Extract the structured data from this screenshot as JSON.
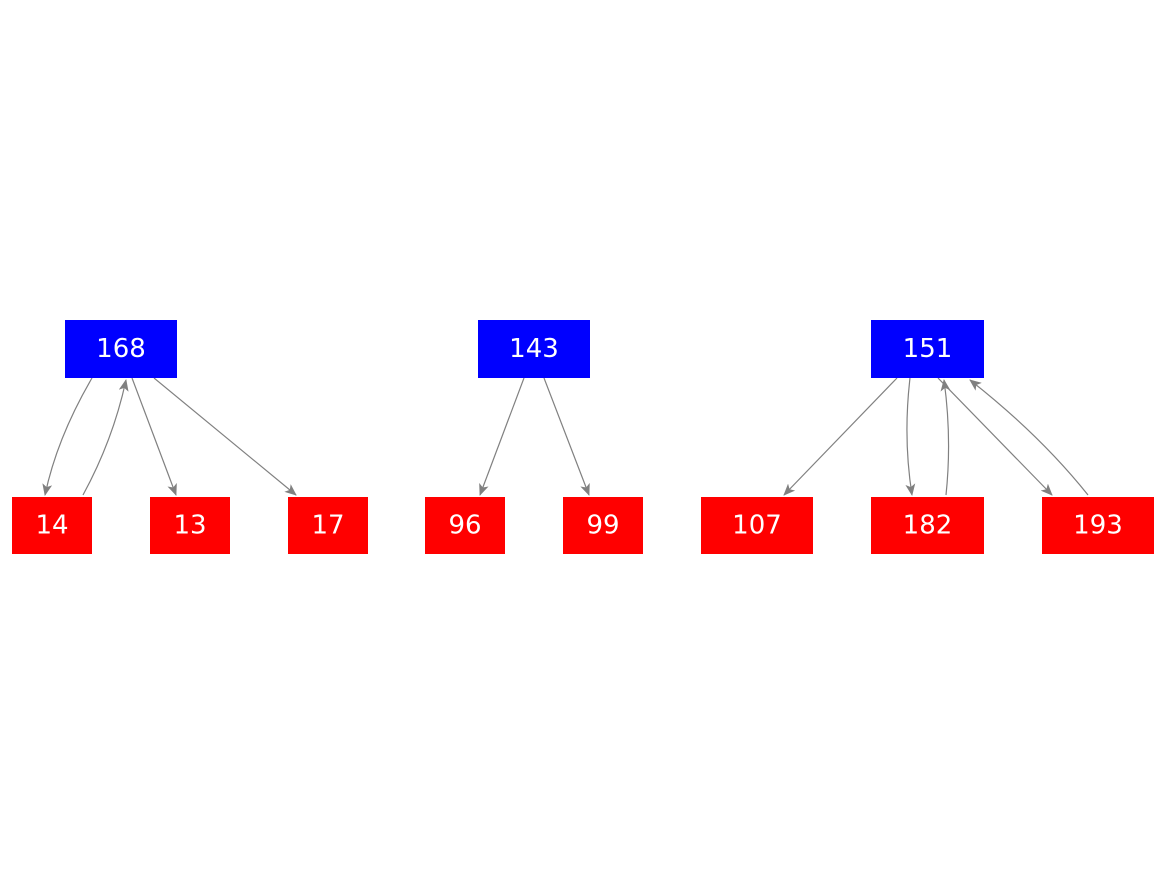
{
  "colors": {
    "root": "#0000ff",
    "leaf": "#ff0000",
    "edge": "#808080",
    "label": "#ffffff"
  },
  "nodes": [
    {
      "id": "n168",
      "label": "168",
      "kind": "root"
    },
    {
      "id": "n14",
      "label": "14",
      "kind": "leaf"
    },
    {
      "id": "n13",
      "label": "13",
      "kind": "leaf"
    },
    {
      "id": "n17",
      "label": "17",
      "kind": "leaf"
    },
    {
      "id": "n143",
      "label": "143",
      "kind": "root"
    },
    {
      "id": "n96",
      "label": "96",
      "kind": "leaf"
    },
    {
      "id": "n99",
      "label": "99",
      "kind": "leaf"
    },
    {
      "id": "n151",
      "label": "151",
      "kind": "root"
    },
    {
      "id": "n107",
      "label": "107",
      "kind": "leaf"
    },
    {
      "id": "n182",
      "label": "182",
      "kind": "leaf"
    },
    {
      "id": "n193",
      "label": "193",
      "kind": "leaf"
    }
  ],
  "edges": [
    {
      "from": "n168",
      "to": "n14"
    },
    {
      "from": "n14",
      "to": "n168"
    },
    {
      "from": "n168",
      "to": "n13"
    },
    {
      "from": "n168",
      "to": "n17"
    },
    {
      "from": "n143",
      "to": "n96"
    },
    {
      "from": "n143",
      "to": "n99"
    },
    {
      "from": "n151",
      "to": "n107"
    },
    {
      "from": "n151",
      "to": "n182"
    },
    {
      "from": "n182",
      "to": "n151"
    },
    {
      "from": "n151",
      "to": "n193"
    },
    {
      "from": "n193",
      "to": "n151"
    }
  ]
}
